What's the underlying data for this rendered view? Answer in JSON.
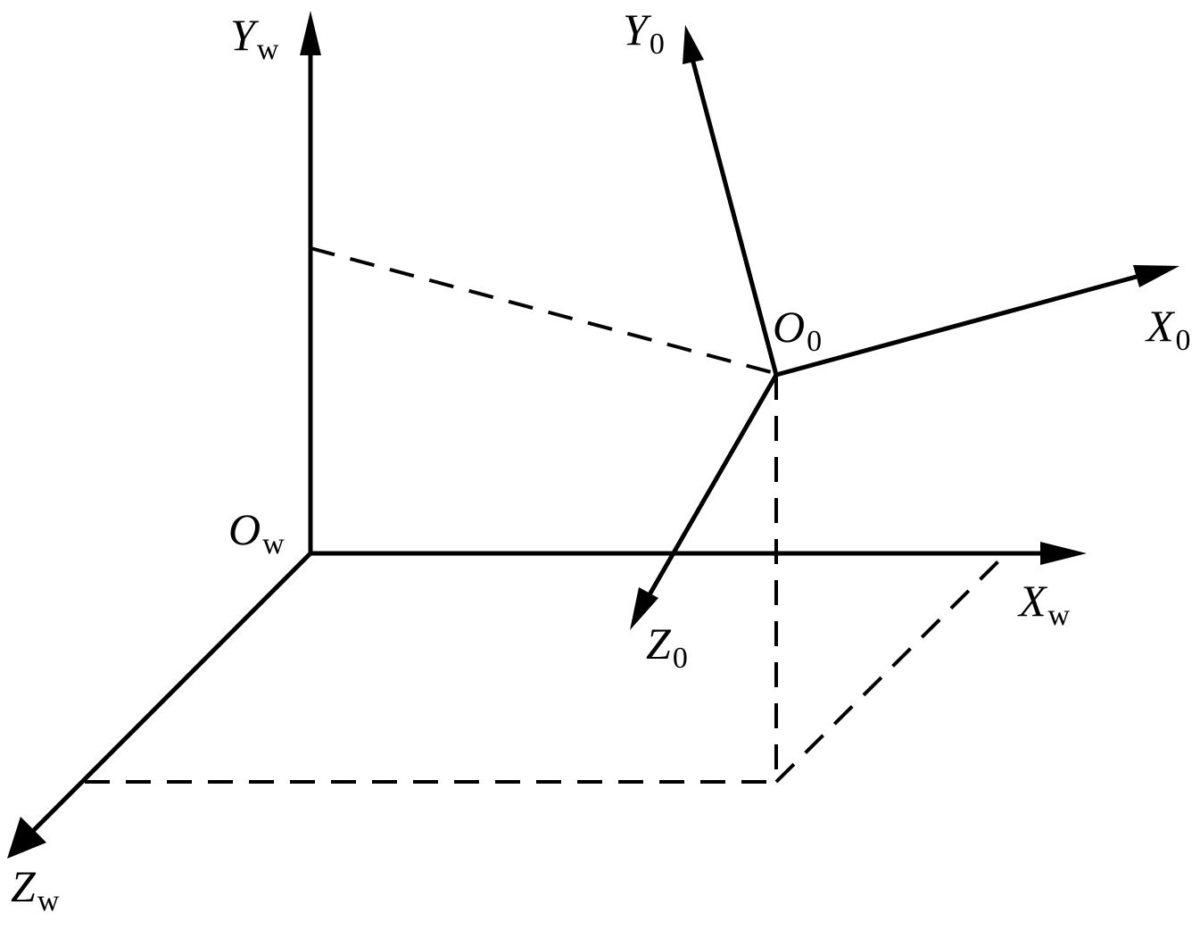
{
  "world_frame": {
    "origin": {
      "main": "O",
      "sub": "w"
    },
    "x_axis": {
      "main": "X",
      "sub": "w"
    },
    "y_axis": {
      "main": "Y",
      "sub": "w"
    },
    "z_axis": {
      "main": "Z",
      "sub": "w"
    }
  },
  "object_frame": {
    "origin": {
      "main": "O",
      "sub": "0"
    },
    "x_axis": {
      "main": "X",
      "sub": "0"
    },
    "y_axis": {
      "main": "Y",
      "sub": "0"
    },
    "z_axis": {
      "main": "Z",
      "sub": "0"
    }
  },
  "colors": {
    "stroke": "#000000",
    "background": "#ffffff"
  }
}
